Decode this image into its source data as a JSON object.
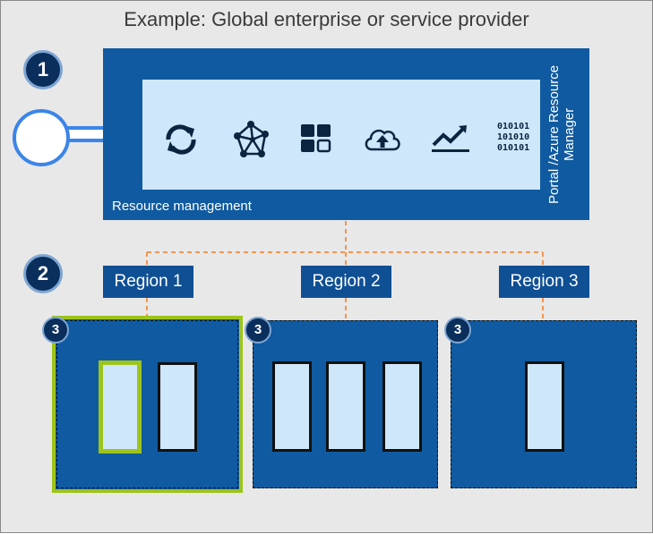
{
  "title": "Example: Global enterprise or service provider",
  "badges": {
    "one": "1",
    "two": "2",
    "three": "3"
  },
  "resource_management": {
    "label": "Resource management",
    "vertical_label": "Portal /Azure Resource Manager",
    "icons": [
      "refresh-icon",
      "network-icon",
      "apps-icon",
      "cloud-upload-icon",
      "trend-chart-icon",
      "binary-icon"
    ],
    "binary_text": [
      "010101",
      "101010",
      "010101"
    ]
  },
  "regions": [
    {
      "label": "Region 1",
      "vm_count": 2,
      "selected": true
    },
    {
      "label": "Region 2",
      "vm_count": 3,
      "selected": false
    },
    {
      "label": "Region 3",
      "vm_count": 1,
      "selected": false
    }
  ],
  "colors": {
    "background": "#e8e8e8",
    "box_blue": "#0f5aa0",
    "light_blue": "#cfe7fb",
    "dark_navy": "#0b2f5c",
    "dashed_orange": "#f47b20",
    "selection_green": "#9dc41c",
    "connector_blue": "#3c85e8"
  }
}
